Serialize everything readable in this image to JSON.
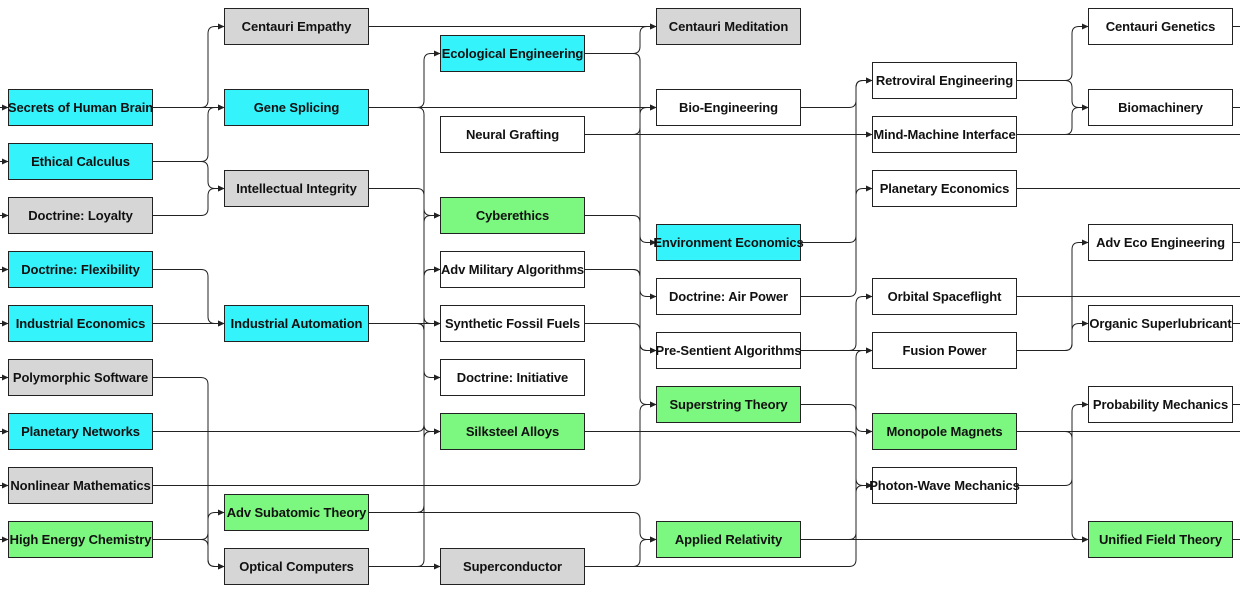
{
  "colors": {
    "cyan": "#35f3fb",
    "green": "#7cf77f",
    "gray": "#d6d6d6",
    "white": "#ffffff",
    "edge": "#222222"
  },
  "nodes": [
    {
      "id": "centauri-empathy",
      "label": "Centauri Empathy",
      "color": "gray"
    },
    {
      "id": "centauri-meditation",
      "label": "Centauri Meditation",
      "color": "gray"
    },
    {
      "id": "centauri-genetics",
      "label": "Centauri Genetics",
      "color": "white"
    },
    {
      "id": "ecological-engineering",
      "label": "Ecological Engineering",
      "color": "cyan"
    },
    {
      "id": "retroviral-engineering",
      "label": "Retroviral Engineering",
      "color": "white"
    },
    {
      "id": "secrets-of-human-brain",
      "label": "Secrets of Human Brain",
      "color": "cyan"
    },
    {
      "id": "gene-splicing",
      "label": "Gene Splicing",
      "color": "cyan"
    },
    {
      "id": "bio-engineering",
      "label": "Bio-Engineering",
      "color": "white"
    },
    {
      "id": "biomachinery",
      "label": "Biomachinery",
      "color": "white"
    },
    {
      "id": "neural-grafting",
      "label": "Neural Grafting",
      "color": "white"
    },
    {
      "id": "mind-machine-interface",
      "label": "Mind-Machine Interface",
      "color": "white"
    },
    {
      "id": "ethical-calculus",
      "label": "Ethical Calculus",
      "color": "cyan"
    },
    {
      "id": "intellectual-integrity",
      "label": "Intellectual Integrity",
      "color": "gray"
    },
    {
      "id": "planetary-economics",
      "label": "Planetary Economics",
      "color": "white"
    },
    {
      "id": "doctrine-loyalty",
      "label": "Doctrine: Loyalty",
      "color": "gray"
    },
    {
      "id": "cyberethics",
      "label": "Cyberethics",
      "color": "green"
    },
    {
      "id": "environment-economics",
      "label": "Environment Economics",
      "color": "cyan"
    },
    {
      "id": "adv-eco-engineering",
      "label": "Adv Eco Engineering",
      "color": "white"
    },
    {
      "id": "doctrine-flexibility",
      "label": "Doctrine: Flexibility",
      "color": "cyan"
    },
    {
      "id": "adv-military-algorithms",
      "label": "Adv Military Algorithms",
      "color": "white"
    },
    {
      "id": "doctrine-air-power",
      "label": "Doctrine: Air Power",
      "color": "white"
    },
    {
      "id": "orbital-spaceflight",
      "label": "Orbital Spaceflight",
      "color": "white"
    },
    {
      "id": "industrial-economics",
      "label": "Industrial Economics",
      "color": "cyan"
    },
    {
      "id": "industrial-automation",
      "label": "Industrial Automation",
      "color": "cyan"
    },
    {
      "id": "synthetic-fossil-fuels",
      "label": "Synthetic Fossil Fuels",
      "color": "white"
    },
    {
      "id": "organic-superlubricant",
      "label": "Organic Superlubricant",
      "color": "white"
    },
    {
      "id": "pre-sentient-algorithms",
      "label": "Pre-Sentient Algorithms",
      "color": "white"
    },
    {
      "id": "fusion-power",
      "label": "Fusion Power",
      "color": "white"
    },
    {
      "id": "polymorphic-software",
      "label": "Polymorphic Software",
      "color": "gray"
    },
    {
      "id": "doctrine-initiative",
      "label": "Doctrine: Initiative",
      "color": "white"
    },
    {
      "id": "superstring-theory",
      "label": "Superstring Theory",
      "color": "green"
    },
    {
      "id": "probability-mechanics",
      "label": "Probability Mechanics",
      "color": "white"
    },
    {
      "id": "planetary-networks",
      "label": "Planetary Networks",
      "color": "cyan"
    },
    {
      "id": "silksteel-alloys",
      "label": "Silksteel Alloys",
      "color": "green"
    },
    {
      "id": "monopole-magnets",
      "label": "Monopole Magnets",
      "color": "green"
    },
    {
      "id": "nonlinear-mathematics",
      "label": "Nonlinear Mathematics",
      "color": "gray"
    },
    {
      "id": "photon-wave-mechanics",
      "label": "Photon-Wave Mechanics",
      "color": "white"
    },
    {
      "id": "adv-subatomic-theory",
      "label": "Adv Subatomic Theory",
      "color": "green"
    },
    {
      "id": "high-energy-chemistry",
      "label": "High Energy Chemistry",
      "color": "green"
    },
    {
      "id": "applied-relativity",
      "label": "Applied Relativity",
      "color": "green"
    },
    {
      "id": "unified-field-theory",
      "label": "Unified Field Theory",
      "color": "green"
    },
    {
      "id": "optical-computers",
      "label": "Optical Computers",
      "color": "gray"
    },
    {
      "id": "superconductor",
      "label": "Superconductor",
      "color": "gray"
    }
  ]
}
